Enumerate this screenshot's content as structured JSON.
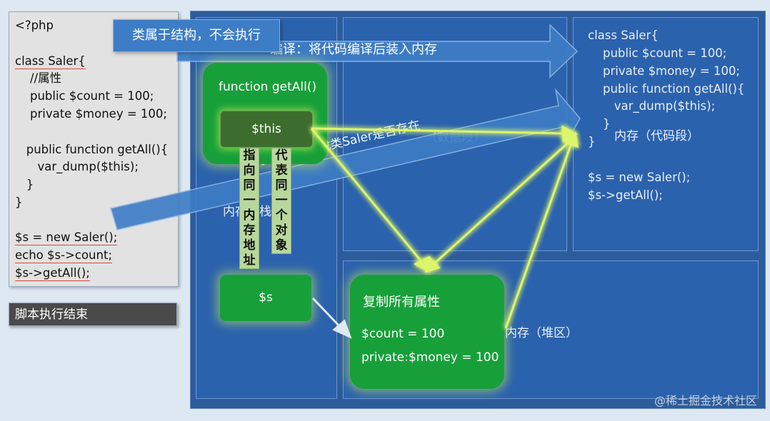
{
  "code_panel": {
    "lines": [
      "<?php",
      "",
      "class Saler{",
      "    //属性",
      "    public $count = 100;",
      "    private $money = 100;",
      "",
      "   public function getAll(){",
      "      var_dump($this);",
      "   }",
      "}",
      "",
      "$s = new Saler();",
      "echo $s->count;",
      "$s->getAll();"
    ]
  },
  "script_end_label": "脚本执行结束",
  "callout_label": "类属于结构，不会执行",
  "compile_arrow_label": "编译：将代码编译后装入内存",
  "find_arrow_label": "去代码段寻找类Saler是否存在",
  "regions": {
    "stack": {
      "label": "内存（栈区）",
      "visible_label": "内存（栈区）"
    },
    "data": {
      "label": "（数据段）"
    },
    "code": {
      "label": "内存（代码段）"
    },
    "heap": {
      "label": "内存（堆区）"
    }
  },
  "stack_frame": {
    "title": "function getAll()",
    "this_label": "$this",
    "s_label": "$s",
    "same_address_label": "指向同一内存地址",
    "same_object_label": "代表同一个对象"
  },
  "heap_object": {
    "title": "复制所有属性",
    "prop1": "$count = 100",
    "prop2": "private:$money = 100"
  },
  "code_segment": {
    "lines": [
      "class Saler{",
      "    public $count = 100;",
      "    private $money = 100;",
      "    public function getAll(){",
      "       var_dump($this);",
      "    }",
      "}",
      "",
      "$s = new Saler();",
      "$s->getAll();"
    ]
  },
  "watermark": "@稀土掘金技术社区",
  "colors": {
    "memory_bg": "#2d5c9c",
    "region": "#2b62ad",
    "green": "#17a03a",
    "arrow": "#3d7dc6",
    "glow": "#e4ff6a"
  }
}
